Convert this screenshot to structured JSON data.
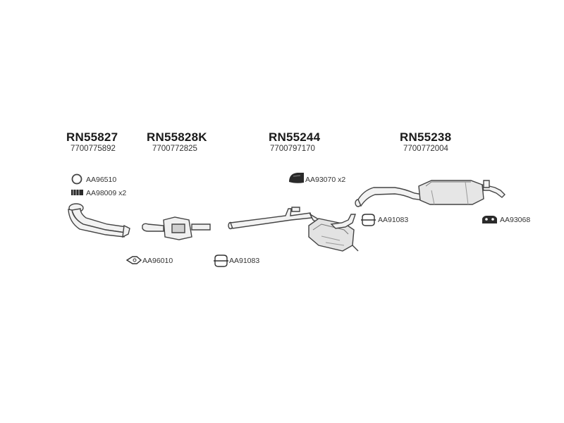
{
  "groups": [
    {
      "code": "RN55827",
      "ref": "7700775892"
    },
    {
      "code": "RN55828K",
      "ref": "7700772825"
    },
    {
      "code": "RN55244",
      "ref": "7700797170"
    },
    {
      "code": "RN55238",
      "ref": "7700772004"
    }
  ],
  "accessories": [
    {
      "label": "AA96510",
      "icon": "ring-gasket-icon"
    },
    {
      "label": "AA98009 x2",
      "icon": "spring-icon"
    },
    {
      "label": "AA93070 x2",
      "icon": "rubber-mount-icon"
    },
    {
      "label": "AA91083",
      "icon": "clamp-icon"
    },
    {
      "label": "AA93068",
      "icon": "hanger-icon"
    },
    {
      "label": "AA96010",
      "icon": "flange-gasket-icon"
    },
    {
      "label": "AA91083",
      "icon": "clamp-icon"
    }
  ],
  "colors": {
    "line": "#444444",
    "fill_light": "#e8e8e8",
    "fill_dark": "#2a2a2a"
  }
}
